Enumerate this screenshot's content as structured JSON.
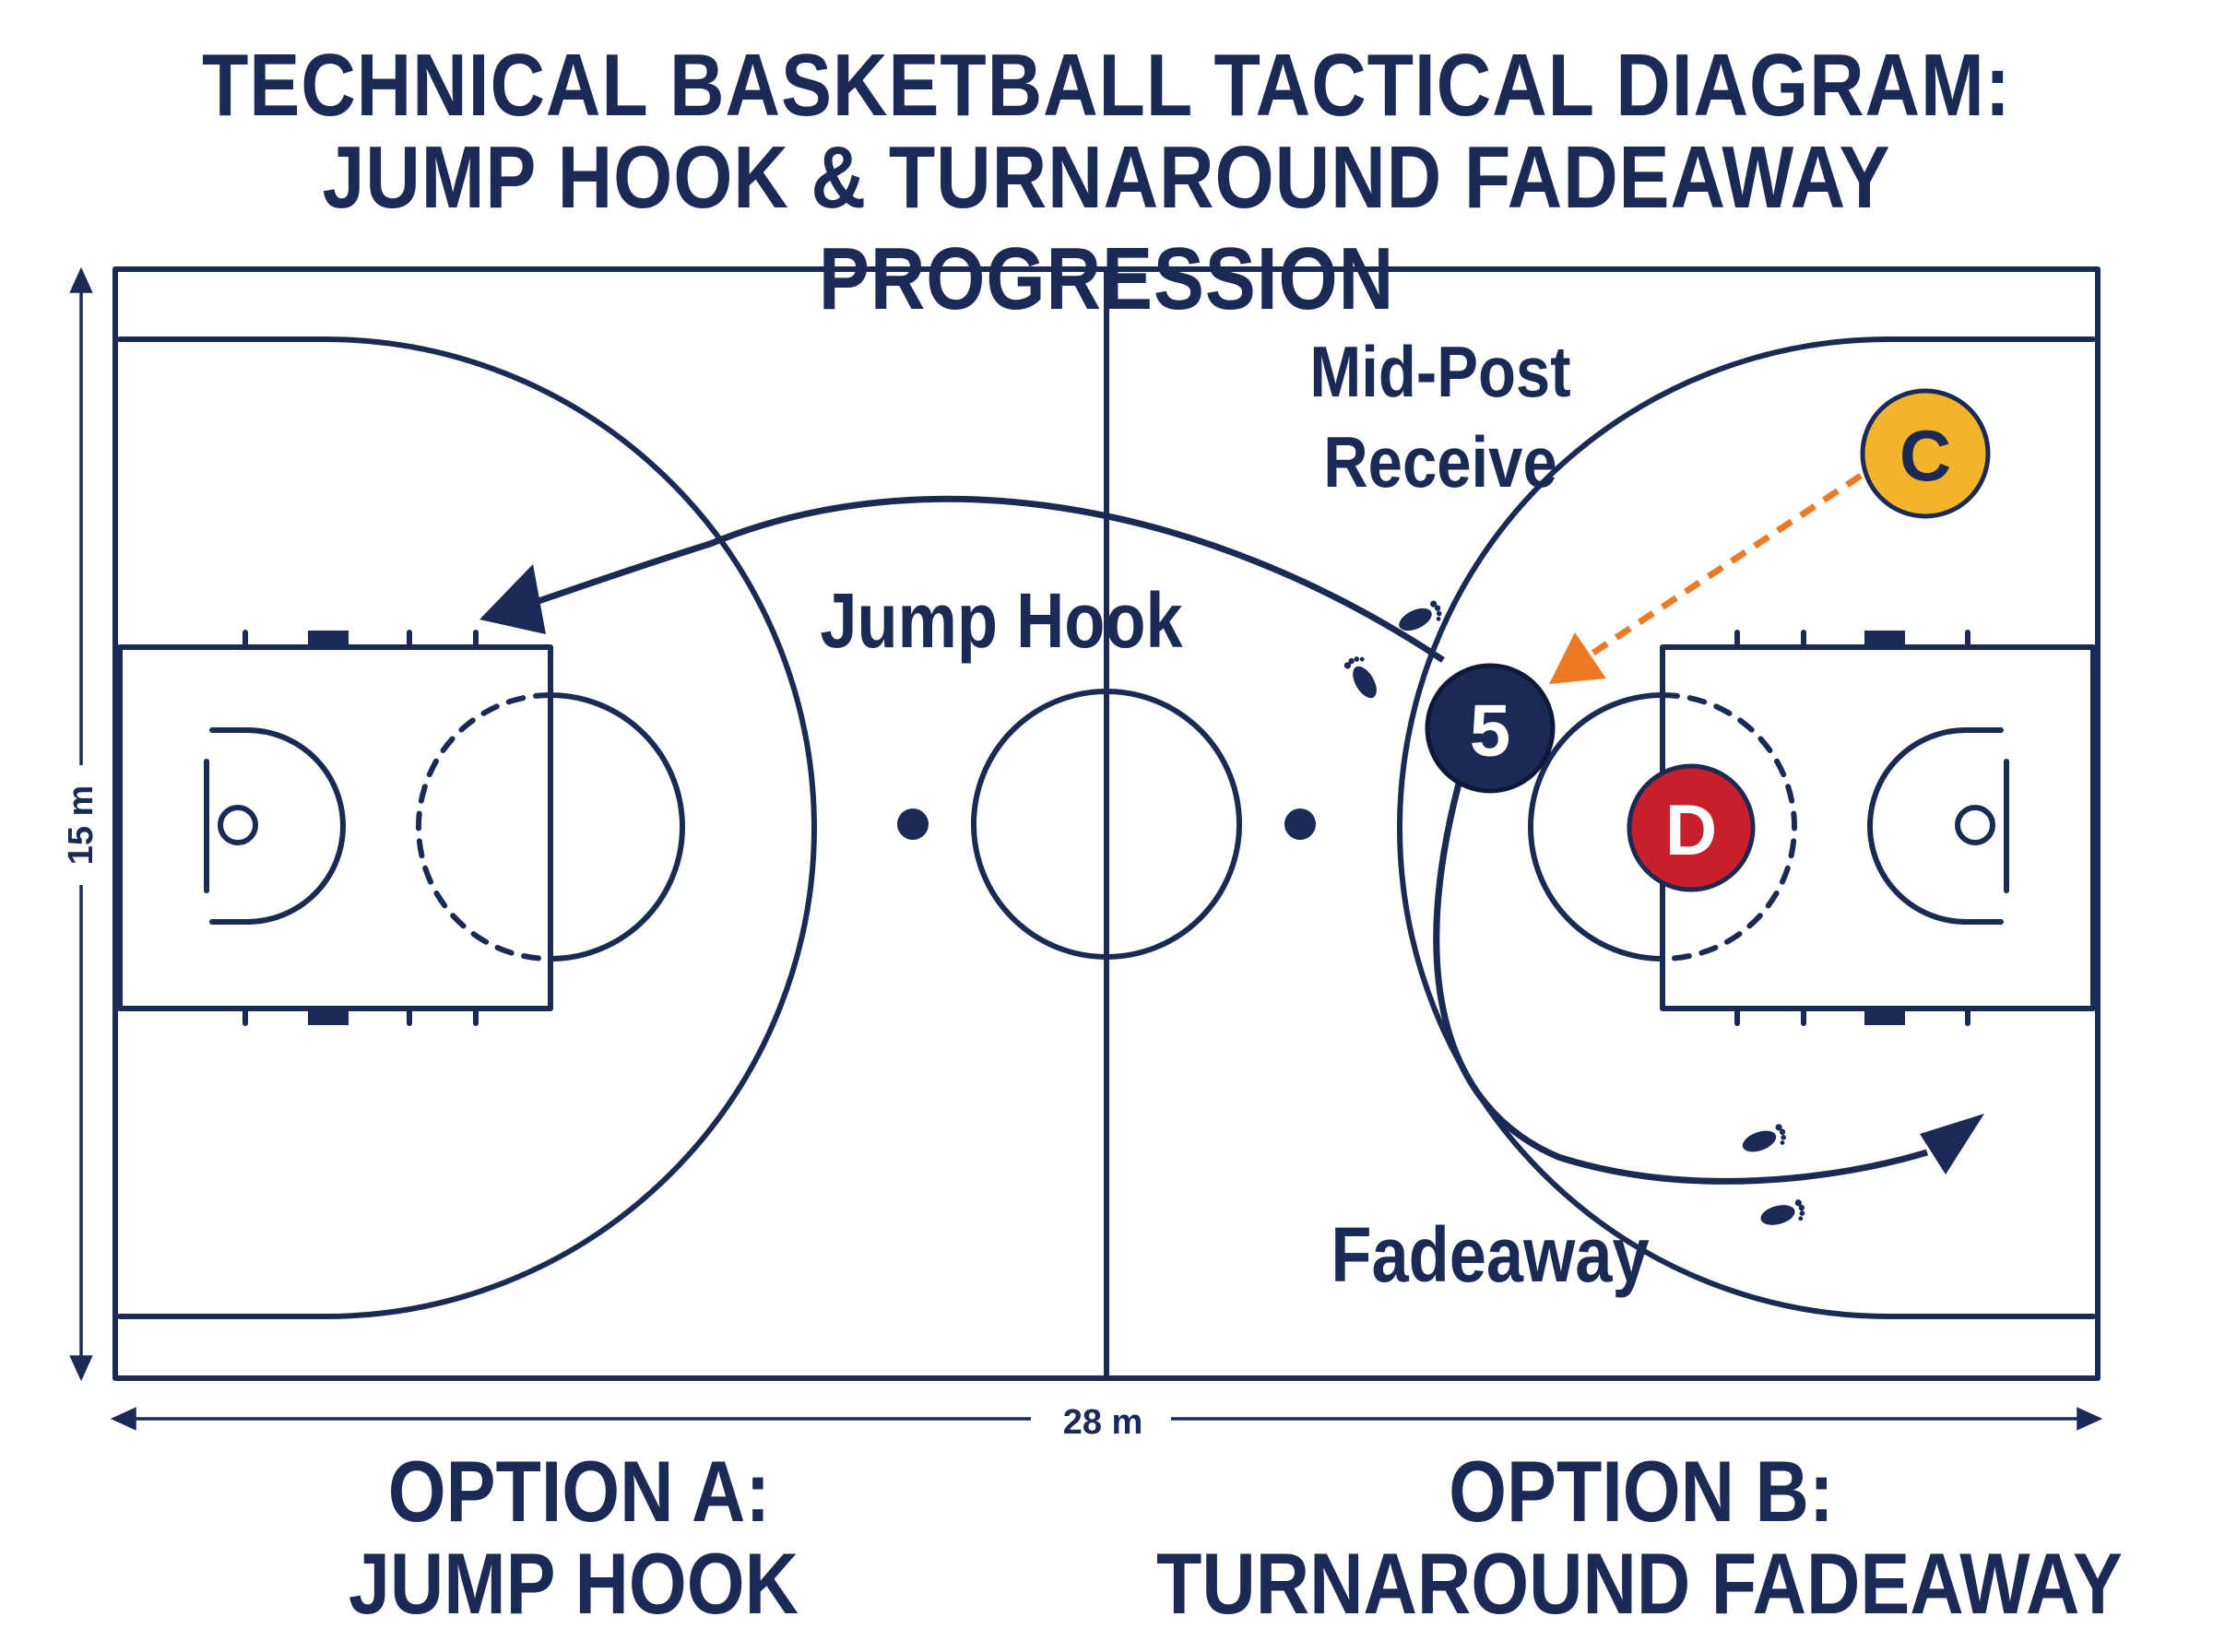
{
  "title": {
    "line1": "TECHNICAL BASKETBALL TACTICAL DIAGRAM:",
    "line2": "JUMP HOOK & TURNAROUND FADEAWAY PROGRESSION"
  },
  "dimensions": {
    "width_label": "28 m",
    "height_label": "15 m"
  },
  "annotations": {
    "mid_post_line1": "Mid-Post",
    "mid_post_line2": "Receive",
    "jump_hook": "Jump Hook",
    "fadeaway": "Fadeaway"
  },
  "players": {
    "offense": {
      "label": "5",
      "color": "#1b2a55"
    },
    "coach": {
      "label": "C",
      "color": "#f2b42a"
    },
    "defender": {
      "label": "D",
      "color": "#c8202a"
    }
  },
  "options": {
    "a_line1": "OPTION A:",
    "a_line2": "JUMP HOOK",
    "b_line1": "OPTION B:",
    "b_line2": "TURNAROUND FADEAWAY"
  },
  "colors": {
    "lines": "#1b2a55",
    "pass": "#ec7a24"
  }
}
